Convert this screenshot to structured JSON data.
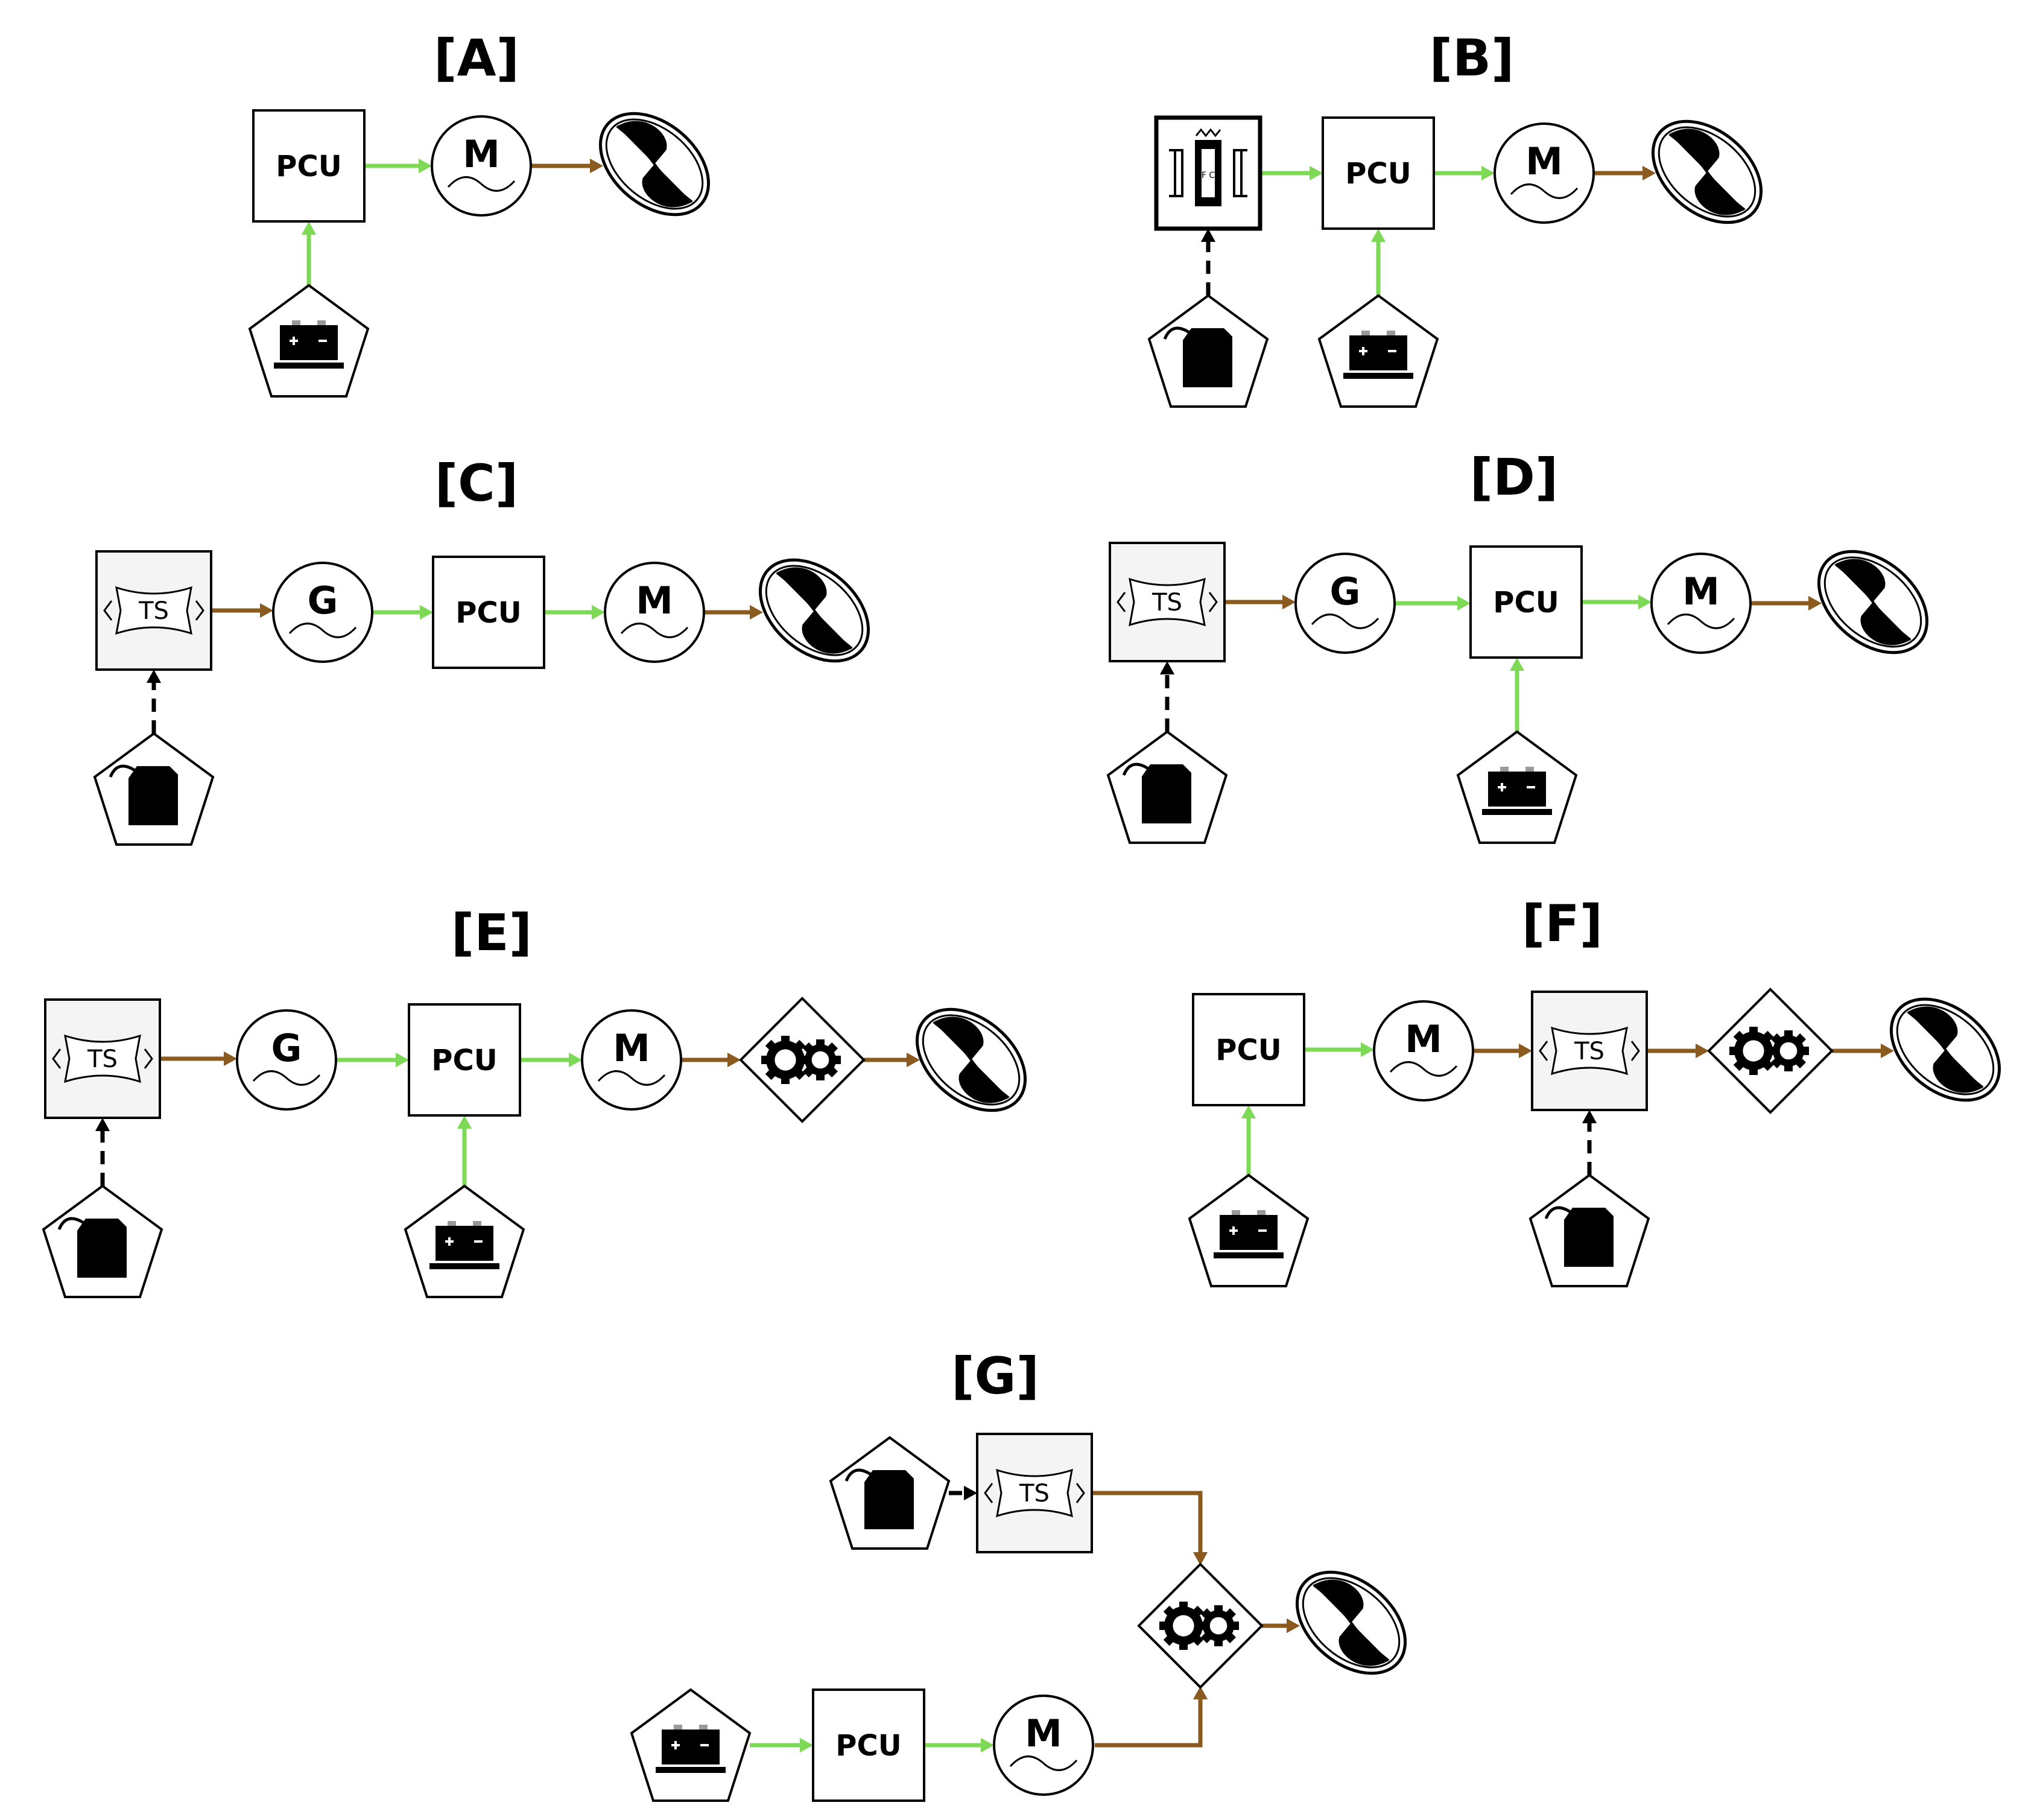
{
  "text": {
    "pcu": "PCU",
    "motor": "M",
    "generator": "G",
    "turbine": "TS",
    "fuel_cell": "F C"
  },
  "colors": {
    "electric": "#7ED957",
    "mechanical": "#8B5A1E",
    "fuel": "#000000"
  },
  "diagrams": [
    {
      "label": "[A]",
      "components": [
        {
          "id": "A-pcu",
          "type": "pcu"
        },
        {
          "id": "A-motor",
          "type": "motor"
        },
        {
          "id": "A-prop",
          "type": "propeller"
        },
        {
          "id": "A-batt",
          "type": "battery"
        }
      ],
      "links": [
        {
          "from": "A-batt",
          "to": "A-pcu",
          "kind": "electric"
        },
        {
          "from": "A-pcu",
          "to": "A-motor",
          "kind": "electric"
        },
        {
          "from": "A-motor",
          "to": "A-prop",
          "kind": "mechanical"
        }
      ]
    },
    {
      "label": "[B]",
      "components": [
        {
          "id": "B-fc",
          "type": "fuel-cell"
        },
        {
          "id": "B-pcu",
          "type": "pcu"
        },
        {
          "id": "B-motor",
          "type": "motor"
        },
        {
          "id": "B-prop",
          "type": "propeller"
        },
        {
          "id": "B-fuel",
          "type": "fuel"
        },
        {
          "id": "B-batt",
          "type": "battery"
        }
      ],
      "links": [
        {
          "from": "B-fuel",
          "to": "B-fc",
          "kind": "fuel"
        },
        {
          "from": "B-fc",
          "to": "B-pcu",
          "kind": "electric"
        },
        {
          "from": "B-batt",
          "to": "B-pcu",
          "kind": "electric"
        },
        {
          "from": "B-pcu",
          "to": "B-motor",
          "kind": "electric"
        },
        {
          "from": "B-motor",
          "to": "B-prop",
          "kind": "mechanical"
        }
      ]
    },
    {
      "label": "[C]",
      "components": [
        {
          "id": "C-ts",
          "type": "turbine"
        },
        {
          "id": "C-gen",
          "type": "generator"
        },
        {
          "id": "C-pcu",
          "type": "pcu"
        },
        {
          "id": "C-motor",
          "type": "motor"
        },
        {
          "id": "C-prop",
          "type": "propeller"
        },
        {
          "id": "C-fuel",
          "type": "fuel"
        }
      ],
      "links": [
        {
          "from": "C-fuel",
          "to": "C-ts",
          "kind": "fuel"
        },
        {
          "from": "C-ts",
          "to": "C-gen",
          "kind": "mechanical"
        },
        {
          "from": "C-gen",
          "to": "C-pcu",
          "kind": "electric"
        },
        {
          "from": "C-pcu",
          "to": "C-motor",
          "kind": "electric"
        },
        {
          "from": "C-motor",
          "to": "C-prop",
          "kind": "mechanical"
        }
      ]
    },
    {
      "label": "[D]",
      "components": [
        {
          "id": "D-ts",
          "type": "turbine"
        },
        {
          "id": "D-gen",
          "type": "generator"
        },
        {
          "id": "D-pcu",
          "type": "pcu"
        },
        {
          "id": "D-motor",
          "type": "motor"
        },
        {
          "id": "D-prop",
          "type": "propeller"
        },
        {
          "id": "D-fuel",
          "type": "fuel"
        },
        {
          "id": "D-batt",
          "type": "battery"
        }
      ],
      "links": [
        {
          "from": "D-fuel",
          "to": "D-ts",
          "kind": "fuel"
        },
        {
          "from": "D-ts",
          "to": "D-gen",
          "kind": "mechanical"
        },
        {
          "from": "D-gen",
          "to": "D-pcu",
          "kind": "electric"
        },
        {
          "from": "D-batt",
          "to": "D-pcu",
          "kind": "electric"
        },
        {
          "from": "D-pcu",
          "to": "D-motor",
          "kind": "electric"
        },
        {
          "from": "D-motor",
          "to": "D-prop",
          "kind": "mechanical"
        }
      ]
    },
    {
      "label": "[E]",
      "components": [
        {
          "id": "E-ts",
          "type": "turbine"
        },
        {
          "id": "E-gen",
          "type": "generator"
        },
        {
          "id": "E-pcu",
          "type": "pcu"
        },
        {
          "id": "E-motor",
          "type": "motor"
        },
        {
          "id": "E-gear",
          "type": "gearbox"
        },
        {
          "id": "E-prop",
          "type": "propeller"
        },
        {
          "id": "E-fuel",
          "type": "fuel"
        },
        {
          "id": "E-batt",
          "type": "battery"
        }
      ],
      "links": [
        {
          "from": "E-fuel",
          "to": "E-ts",
          "kind": "fuel"
        },
        {
          "from": "E-ts",
          "to": "E-gen",
          "kind": "mechanical"
        },
        {
          "from": "E-gen",
          "to": "E-pcu",
          "kind": "electric"
        },
        {
          "from": "E-batt",
          "to": "E-pcu",
          "kind": "electric"
        },
        {
          "from": "E-pcu",
          "to": "E-motor",
          "kind": "electric"
        },
        {
          "from": "E-motor",
          "to": "E-gear",
          "kind": "mechanical"
        },
        {
          "from": "E-gear",
          "to": "E-prop",
          "kind": "mechanical"
        }
      ]
    },
    {
      "label": "[F]",
      "components": [
        {
          "id": "F-pcu",
          "type": "pcu"
        },
        {
          "id": "F-motor",
          "type": "motor"
        },
        {
          "id": "F-ts",
          "type": "turbine"
        },
        {
          "id": "F-gear",
          "type": "gearbox"
        },
        {
          "id": "F-prop",
          "type": "propeller"
        },
        {
          "id": "F-batt",
          "type": "battery"
        },
        {
          "id": "F-fuel",
          "type": "fuel"
        }
      ],
      "links": [
        {
          "from": "F-batt",
          "to": "F-pcu",
          "kind": "electric"
        },
        {
          "from": "F-pcu",
          "to": "F-motor",
          "kind": "electric"
        },
        {
          "from": "F-motor",
          "to": "F-ts",
          "kind": "mechanical"
        },
        {
          "from": "F-fuel",
          "to": "F-ts",
          "kind": "fuel"
        },
        {
          "from": "F-ts",
          "to": "F-gear",
          "kind": "mechanical"
        },
        {
          "from": "F-gear",
          "to": "F-prop",
          "kind": "mechanical"
        }
      ]
    },
    {
      "label": "[G]",
      "components": [
        {
          "id": "G-fuel",
          "type": "fuel"
        },
        {
          "id": "G-ts",
          "type": "turbine"
        },
        {
          "id": "G-gear",
          "type": "gearbox"
        },
        {
          "id": "G-prop",
          "type": "propeller"
        },
        {
          "id": "G-batt",
          "type": "battery"
        },
        {
          "id": "G-pcu",
          "type": "pcu"
        },
        {
          "id": "G-motor",
          "type": "motor"
        }
      ],
      "links": [
        {
          "from": "G-fuel",
          "to": "G-ts",
          "kind": "fuel"
        },
        {
          "from": "G-ts",
          "to": "G-gear",
          "kind": "mechanical"
        },
        {
          "from": "G-batt",
          "to": "G-pcu",
          "kind": "electric"
        },
        {
          "from": "G-pcu",
          "to": "G-motor",
          "kind": "electric"
        },
        {
          "from": "G-motor",
          "to": "G-gear",
          "kind": "mechanical"
        },
        {
          "from": "G-gear",
          "to": "G-prop",
          "kind": "mechanical"
        }
      ]
    }
  ]
}
